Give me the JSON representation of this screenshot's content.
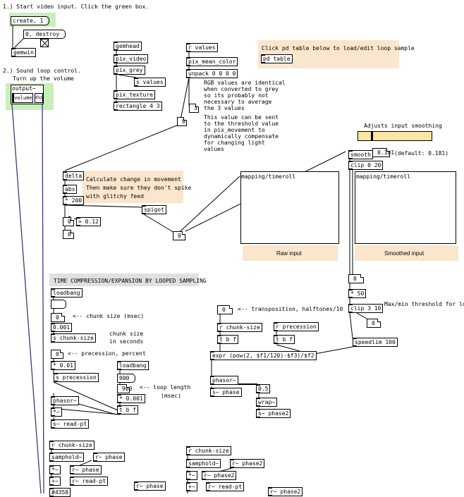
{
  "steps": {
    "step1": "1.) Start video input. Click the green box.",
    "step2": "2.) Sound loop control.",
    "step2_sub": "Turn up the volume"
  },
  "gem": {
    "create_msg": "create, 1",
    "destroy_msg": "0, destroy",
    "gemwin": "gemwin",
    "gemhead": "gemhead",
    "pix_video": "pix_video",
    "pix_grey": "pix_grey",
    "s_values": "s values",
    "pix_texture": "pix_texture",
    "rectangle": "rectangle 4 3"
  },
  "output": {
    "name": "output~",
    "volume_label": "volume",
    "dsp_label": "dsp"
  },
  "values": {
    "r_values": "r values",
    "pix_mean_color": "pix_mean_color",
    "unpack": "unpack 0 0 0 0",
    "rgb_comment_1": "RGB values are identical",
    "rgb_comment_2": "when converted to grey",
    "rgb_comment_3": "so its probably not",
    "rgb_comment_4": "necessary to average",
    "rgb_comment_5": "the 3 values",
    "thresh_comment_1": "This value can be sent",
    "thresh_comment_2": "to the threshold value",
    "thresh_comment_3": "in pix_movement to",
    "thresh_comment_4": "dynamically compensate",
    "thresh_comment_5": "for changing light",
    "thresh_comment_6": "values",
    "num_zero": "0",
    "num_three": "3"
  },
  "table_info": {
    "text": "Click pd table below to load/edit loop sample",
    "pd_table": "pd table"
  },
  "smoothing": {
    "label": "Adjusts input smoothing",
    "level": 0.18,
    "smooth_obj": "smooth",
    "value": "0.181",
    "default_text": "(default: 0.181)",
    "clip": "clip 0 20"
  },
  "movement": {
    "comment_1": "Calculate change in movement",
    "comment_2": "Then make sure they don't spike",
    "comment_3": "with glitchy feed",
    "delta": "delta",
    "abs": "abs",
    "mult": "* 200",
    "rel": "> 0.12",
    "spigot": "spigot",
    "zero": "0"
  },
  "graphs": {
    "raw_title": "mapping/timeroll",
    "smoothed_title": "mapping/timeroll",
    "raw_label": "Raw input",
    "smoothed_label": "Smoothed input"
  },
  "threshold": {
    "zero": "0",
    "mult": "* 50",
    "clip": "clip 3 10",
    "comment": "Max/min threshold for loop",
    "speedlim": "speedlim 100"
  },
  "section": {
    "title": "TIME COMPRESSION/EXPANSION BY LOOPED SAMPLING"
  },
  "chunk": {
    "loadbang": "loadbang",
    "num": "0",
    "comment": "<-- chunk size (msec)",
    "seconds_value": "0.001",
    "seconds_1": "chunk size",
    "seconds_2": "in seconds",
    "s_chunk": "s chunk-size"
  },
  "transposition": {
    "num": "0",
    "comment": "<-- transposition, halftones/10",
    "r_chunk": "r chunk-size",
    "r_precession": "r precession",
    "tbf1": "t b f",
    "tbf2": "t b f",
    "expr": "expr (pow(2, $f1/120)-$f3)/$f2",
    "phasor": "phasor~",
    "s_phase": "s~ phase",
    "num_05": "0.5",
    "wrap": "wrap~",
    "s_phase2": "s~ phase2"
  },
  "precession": {
    "num": "0",
    "comment": "<-- precession, percent",
    "mult": "* 0.01",
    "s_precession": "s precession",
    "loadbang": "loadbang",
    "msg_900": "900",
    "num_900": "900",
    "loop_comment_1": "<-- loop length",
    "loop_comment_2": "(msec)",
    "mult2": "* 0.001",
    "tbf": "t b f",
    "phasor": "phasor~",
    "times": "*~",
    "s_readpt": "s~ read-pt"
  },
  "bottom_left": {
    "r_chunk": "r chunk-size",
    "samphold": "samphold~",
    "r_phase": "r~ phase",
    "r_phase_b": "r~ phase",
    "r_readpt": "r~ read-pt",
    "times": "*~",
    "plus": "+~",
    "num": "#4358"
  },
  "bottom_mid": {
    "r_phase": "r~ phase"
  },
  "bottom_right": {
    "r_chunk": "r chunk-size",
    "samphold": "samphold~",
    "r_phase2": "r~ phase2",
    "r_phase2_b": "r~ phase2",
    "r_readpt": "r~ read-pt",
    "times": "*~",
    "plus": "+~",
    "r_phase2_c": "r~ phase2"
  }
}
